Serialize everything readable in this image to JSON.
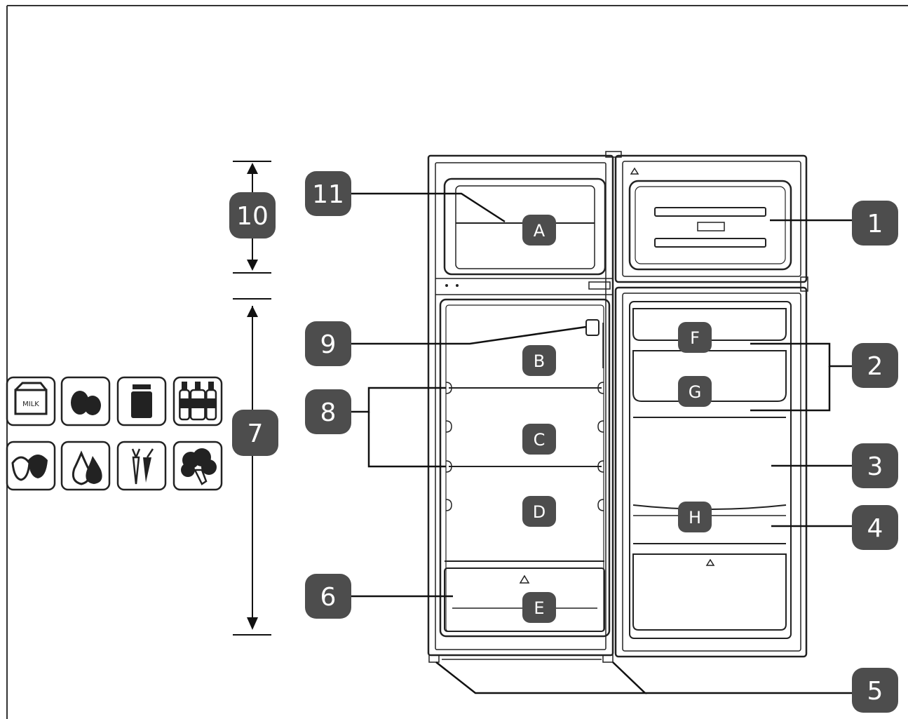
{
  "colors": {
    "badge_fill": "#4d4d4d",
    "badge_text": "#ffffff",
    "line": "#1a1a1a",
    "icon_fill": "#222222"
  },
  "numbers": [
    {
      "id": "n1",
      "label": "1"
    },
    {
      "id": "n2",
      "label": "2"
    },
    {
      "id": "n3",
      "label": "3"
    },
    {
      "id": "n4",
      "label": "4"
    },
    {
      "id": "n5",
      "label": "5"
    },
    {
      "id": "n6",
      "label": "6"
    },
    {
      "id": "n7",
      "label": "7"
    },
    {
      "id": "n8",
      "label": "8"
    },
    {
      "id": "n9",
      "label": "9"
    },
    {
      "id": "n10",
      "label": "10"
    },
    {
      "id": "n11",
      "label": "11"
    }
  ],
  "letters": [
    {
      "id": "A",
      "label": "A"
    },
    {
      "id": "B",
      "label": "B"
    },
    {
      "id": "C",
      "label": "C"
    },
    {
      "id": "D",
      "label": "D"
    },
    {
      "id": "E",
      "label": "E"
    },
    {
      "id": "F",
      "label": "F"
    },
    {
      "id": "G",
      "label": "G"
    },
    {
      "id": "H",
      "label": "H"
    }
  ],
  "food_icons": [
    {
      "icon": "milk-carton-icon",
      "text": "MILK"
    },
    {
      "icon": "eggs-icon",
      "text": ""
    },
    {
      "icon": "jar-icon",
      "text": ""
    },
    {
      "icon": "bottles-icon",
      "text": ""
    },
    {
      "icon": "strawberries-icon",
      "text": ""
    },
    {
      "icon": "pears-icon",
      "text": ""
    },
    {
      "icon": "carrots-icon",
      "text": ""
    },
    {
      "icon": "broccoli-icon",
      "text": ""
    }
  ]
}
